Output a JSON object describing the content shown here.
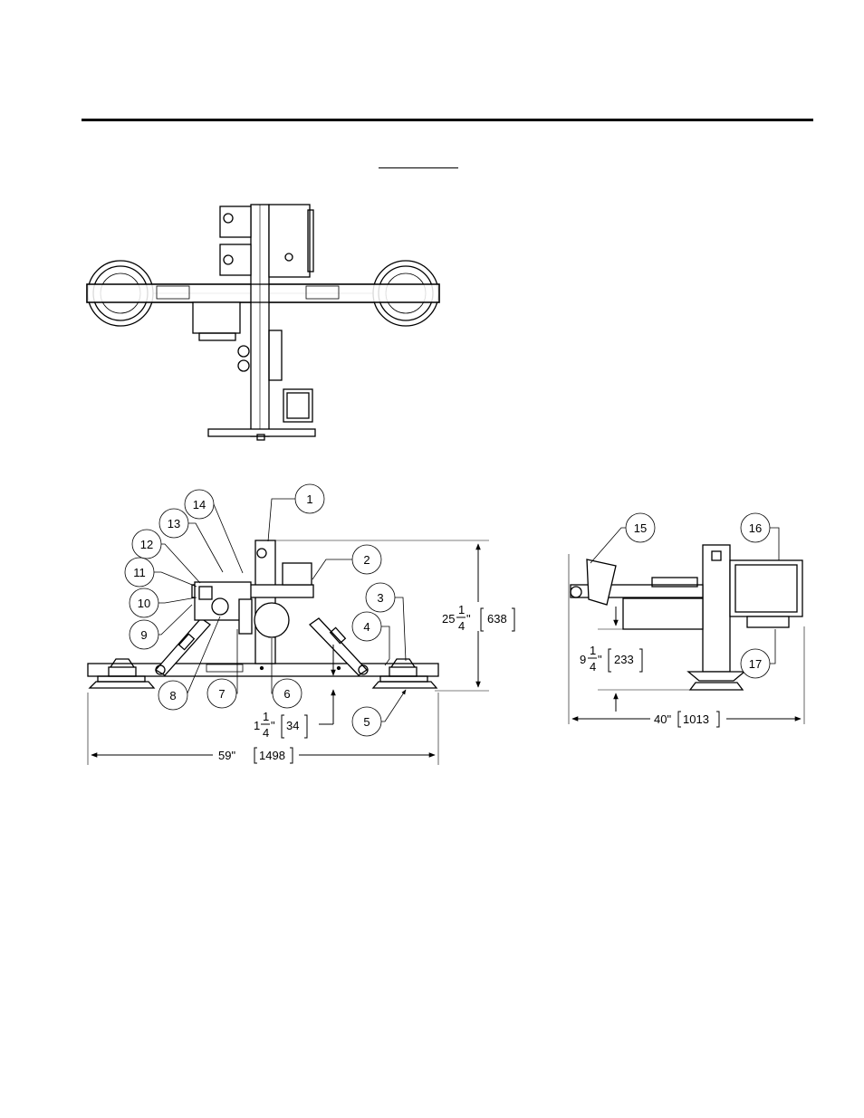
{
  "callouts": [
    "1",
    "2",
    "3",
    "4",
    "5",
    "6",
    "7",
    "8",
    "9",
    "10",
    "11",
    "12",
    "13",
    "14",
    "15",
    "16",
    "17"
  ],
  "dimensions": {
    "height_overall": {
      "whole": "25",
      "num": "1",
      "den": "4",
      "unit": "\"",
      "metric": "638"
    },
    "suction_gap": {
      "whole": "1",
      "num": "1",
      "den": "4",
      "unit": "\"",
      "metric": "34"
    },
    "width_overall": {
      "imperial": "59\"",
      "metric": "1498"
    },
    "side_height": {
      "whole": "9",
      "num": "1",
      "den": "4",
      "unit": "\"",
      "metric": "233"
    },
    "side_width": {
      "imperial": "40\"",
      "metric": "1013"
    }
  }
}
